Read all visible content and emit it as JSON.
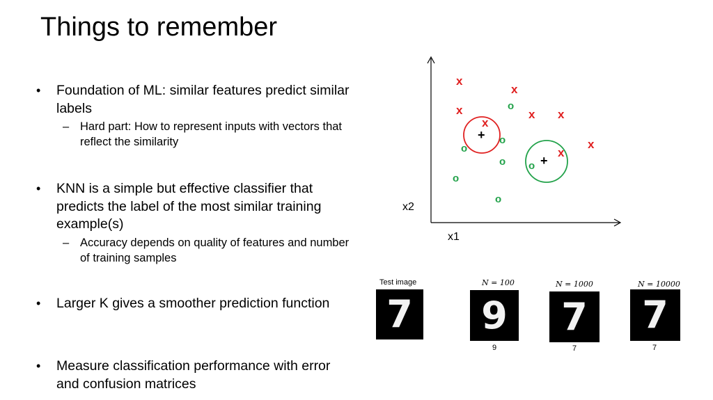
{
  "title": "Things to remember",
  "bullets": [
    {
      "text": "Foundation of ML: similar features predict similar labels",
      "sub": "Hard part: How to represent inputs with vectors that reflect the similarity"
    },
    {
      "text": "KNN is a simple but effective classifier that predicts the label of the most similar training example(s)",
      "sub": "Accuracy depends on quality of features and number of training samples"
    },
    {
      "text": "Larger K gives a smoother prediction function"
    },
    {
      "text": "Measure classification performance with error and confusion matrices"
    }
  ],
  "bullet_symbol": "•",
  "dash_symbol": "–",
  "plot": {
    "xlabel": "x1",
    "ylabel": "x2",
    "x_symbol": "x",
    "o_symbol": "o",
    "query_symbol": "+",
    "colors": {
      "x": "#e02020",
      "o": "#22a24a",
      "circle1": "#e02020",
      "circle2": "#22a24a"
    }
  },
  "digits": {
    "test_label": "Test image",
    "test_digit": "7",
    "panels": [
      {
        "caption": "N = 100",
        "digit": "9",
        "prediction": "9"
      },
      {
        "caption": "N = 1000",
        "digit": "7",
        "prediction": "7"
      },
      {
        "caption": "N = 10000",
        "digit": "7",
        "prediction": "7"
      }
    ]
  }
}
